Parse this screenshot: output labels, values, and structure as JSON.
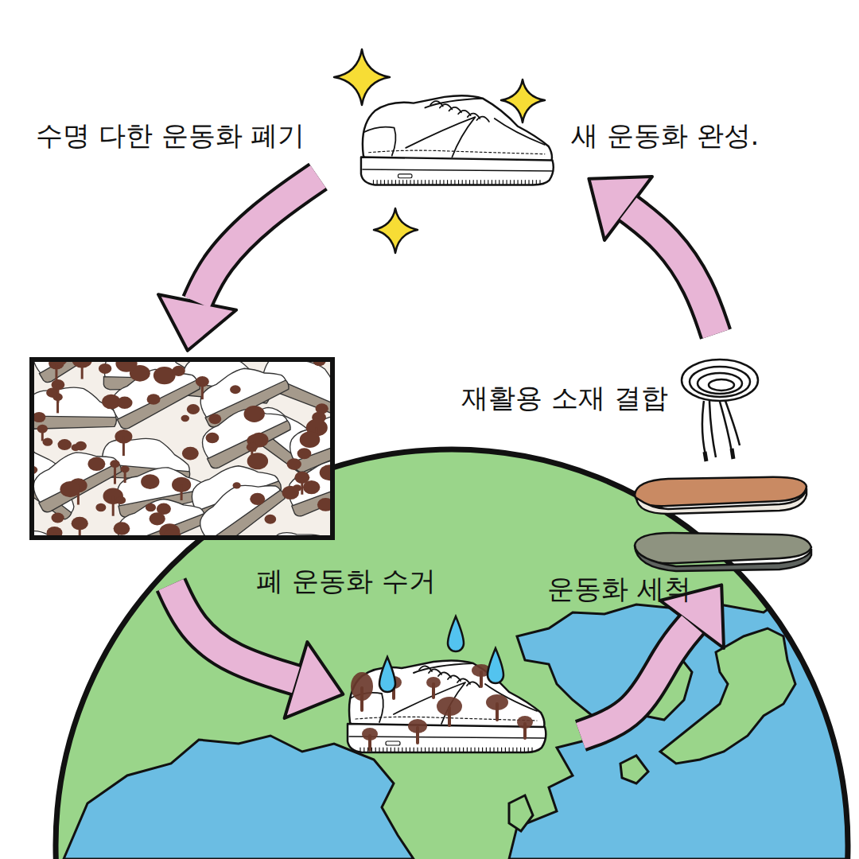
{
  "diagram": {
    "labels": [
      "수명 다한 운동화 폐기",
      "새 운동화 완성.",
      "재활용 소재 결합",
      "폐 운동화 수거",
      "운동화 세척"
    ]
  }
}
